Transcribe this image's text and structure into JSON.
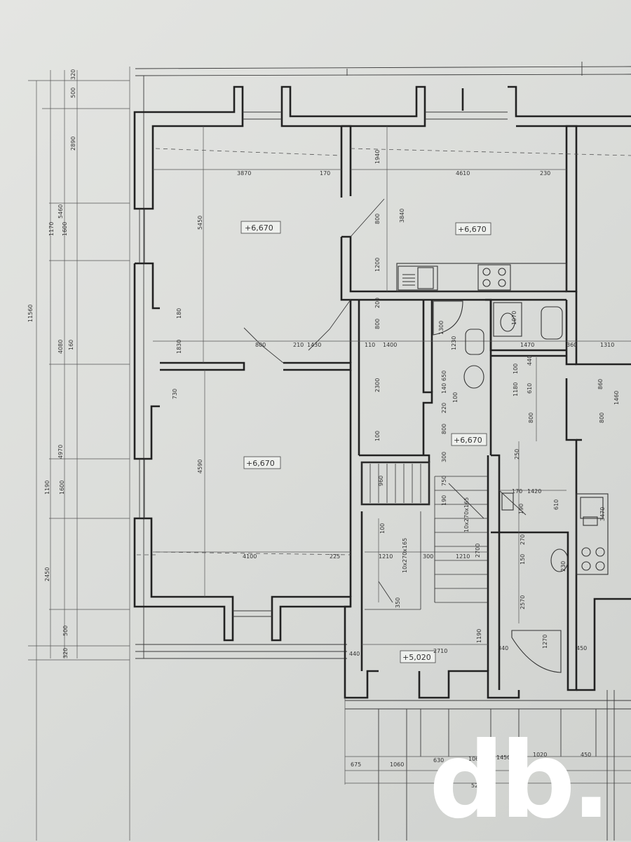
{
  "plan": {
    "levels": {
      "room1": "+6,670",
      "room2": "+6,670",
      "room3": "+6,670",
      "hall": "+6,670",
      "entry": "+5,020"
    },
    "stairs": {
      "flight1": "10x270x165",
      "flight2": "10x270x165"
    },
    "left_dims": [
      "320",
      "500",
      "2890",
      "5460",
      "1170",
      "1600",
      "4080",
      "160",
      "4970",
      "1190",
      "1600",
      "2450",
      "500",
      "320",
      "11560"
    ],
    "top_dims": [
      "3870",
      "170",
      "4610",
      "230",
      "1940"
    ],
    "room_dims": [
      "5450",
      "800",
      "1200",
      "3840",
      "180",
      "1830",
      "800",
      "210",
      "1430",
      "110",
      "1400",
      "730",
      "4590",
      "4100",
      "225"
    ],
    "core_dims": [
      "200",
      "800",
      "2300",
      "100",
      "1300",
      "1230",
      "650",
      "140",
      "220",
      "100",
      "800",
      "300",
      "750",
      "190",
      "960",
      "100",
      "1210",
      "300",
      "1210",
      "2700",
      "350",
      "1190",
      "2710",
      "440",
      "340"
    ],
    "right_dims": [
      "1070",
      "1470",
      "360",
      "1310",
      "440",
      "100",
      "610",
      "1180",
      "800",
      "860",
      "1460",
      "800",
      "250",
      "170",
      "1420",
      "610",
      "190",
      "3470",
      "270",
      "150",
      "230",
      "2570",
      "1270",
      "450"
    ],
    "bottom_dims": [
      "675",
      "1060",
      "630",
      "1060",
      "1450",
      "1020",
      "450",
      "5206"
    ]
  },
  "watermark": {
    "text": "db.",
    "color": "#ffffff"
  }
}
